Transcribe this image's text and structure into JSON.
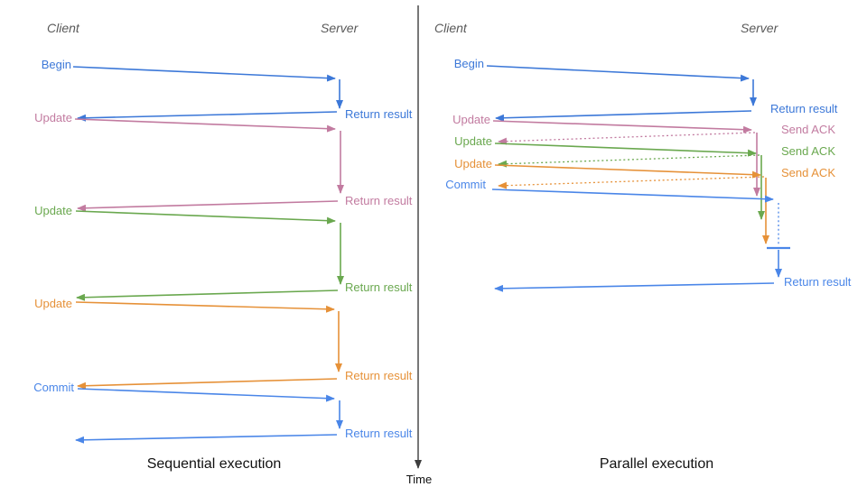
{
  "colors": {
    "blue": "#3c78d8",
    "light_blue": "#4a86e8",
    "pink": "#c27ba0",
    "green": "#6aa84f",
    "orange": "#e69138",
    "axis": "#3d3d3d",
    "heading": "#595959",
    "title": "#111111"
  },
  "left_panel": {
    "client_label": "Client",
    "server_label": "Server",
    "title": "Sequential execution",
    "messages": [
      {
        "label": "Begin",
        "response": "Return result",
        "color": "blue"
      },
      {
        "label": "Update",
        "response": "Return result",
        "color": "pink"
      },
      {
        "label": "Update",
        "response": "Return result",
        "color": "green"
      },
      {
        "label": "Update",
        "response": "Return result",
        "color": "orange"
      },
      {
        "label": "Commit",
        "response": "Return result",
        "color": "light_blue"
      }
    ]
  },
  "right_panel": {
    "client_label": "Client",
    "server_label": "Server",
    "title": "Parallel execution",
    "messages": [
      {
        "label": "Begin",
        "response": "Return result",
        "color": "blue"
      },
      {
        "label": "Update",
        "response": "Send ACK",
        "color": "pink"
      },
      {
        "label": "Update",
        "response": "Send ACK",
        "color": "green"
      },
      {
        "label": "Update",
        "response": "Send ACK",
        "color": "orange"
      },
      {
        "label": "Commit",
        "response": "Return result",
        "color": "light_blue"
      }
    ]
  },
  "time_axis": {
    "label": "Time"
  }
}
